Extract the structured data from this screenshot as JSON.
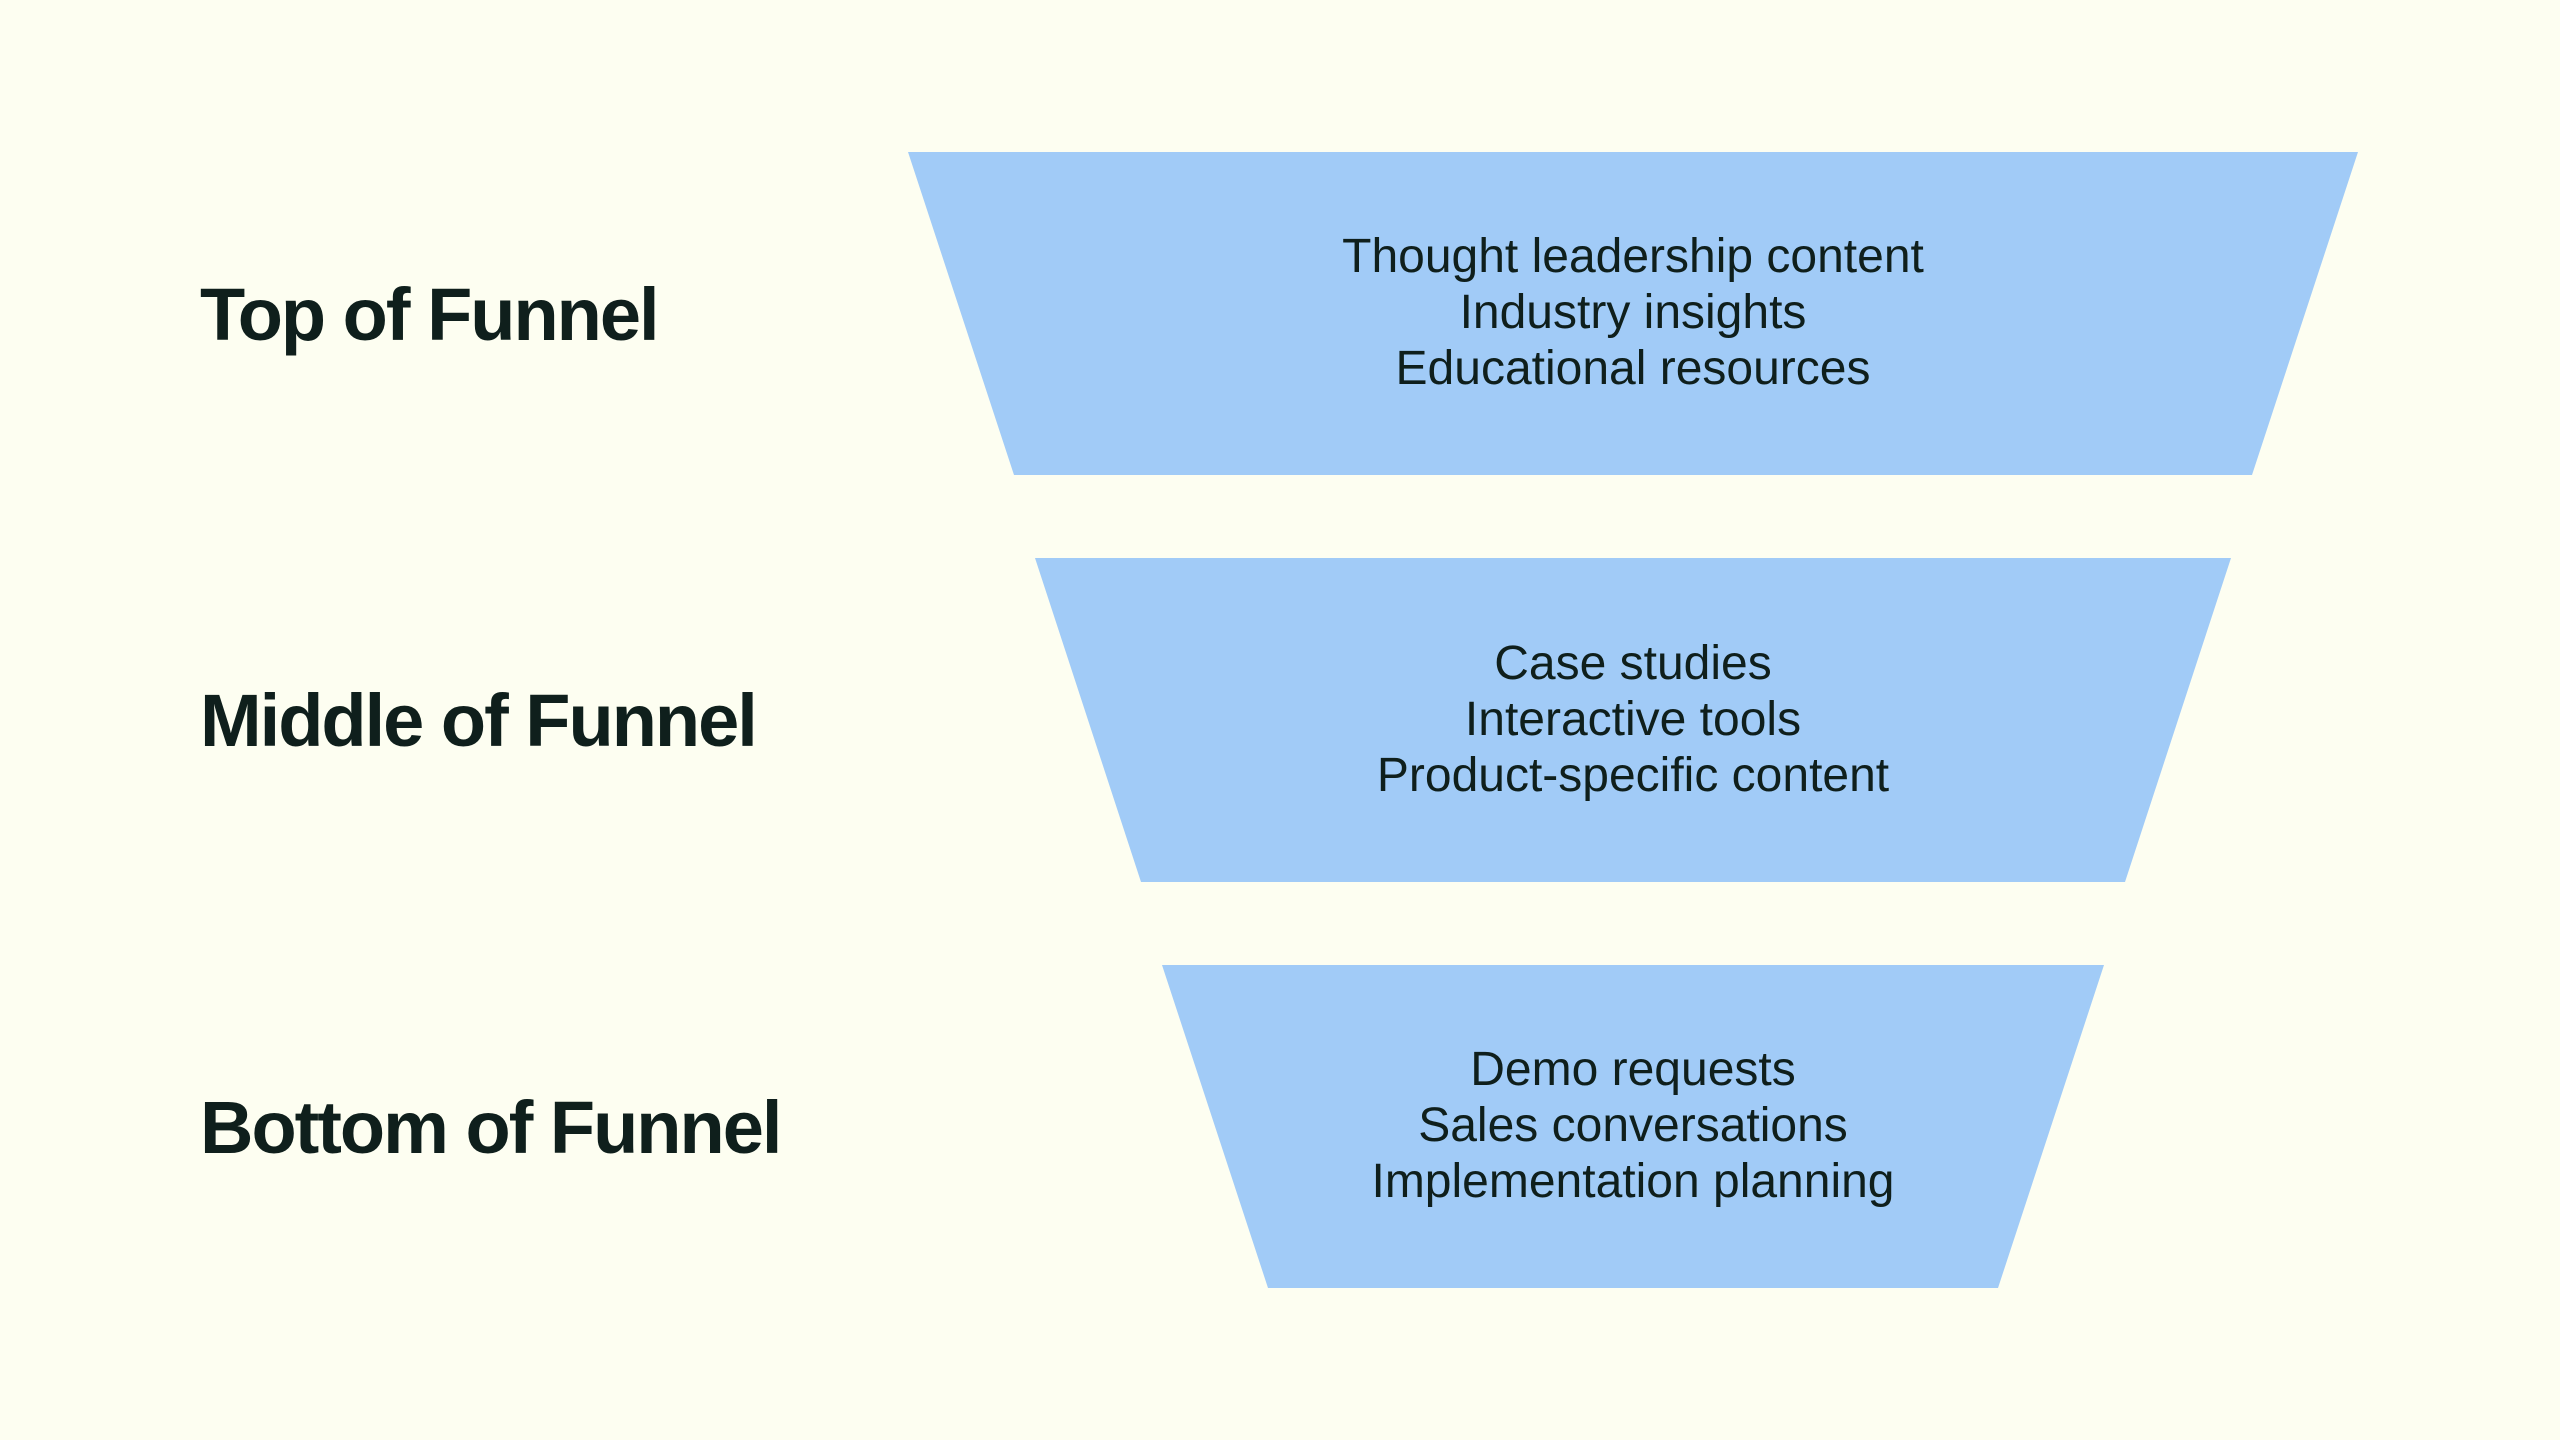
{
  "colors": {
    "background": "#FDFEF1",
    "segment_fill": "#A1CBF7",
    "text": "#0F1F1C"
  },
  "stages": [
    {
      "label": "Top of Funnel",
      "items": [
        "Thought leadership content",
        "Industry insights",
        "Educational resources"
      ]
    },
    {
      "label": "Middle of Funnel",
      "items": [
        "Case studies",
        "Interactive tools",
        "Product-specific content"
      ]
    },
    {
      "label": "Bottom of Funnel",
      "items": [
        "Demo requests",
        "Sales conversations",
        "Implementation planning"
      ]
    }
  ]
}
